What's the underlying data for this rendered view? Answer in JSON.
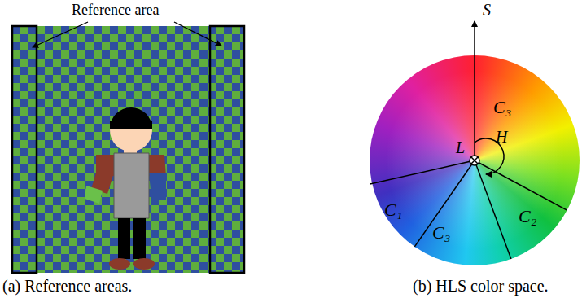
{
  "diagram": {
    "labels": [
      "Reference area",
      "S",
      "C₃",
      "H",
      "L",
      "C₁",
      "C₃",
      "C₂",
      "(a) Reference areas.",
      "(b) HLS color space."
    ]
  }
}
